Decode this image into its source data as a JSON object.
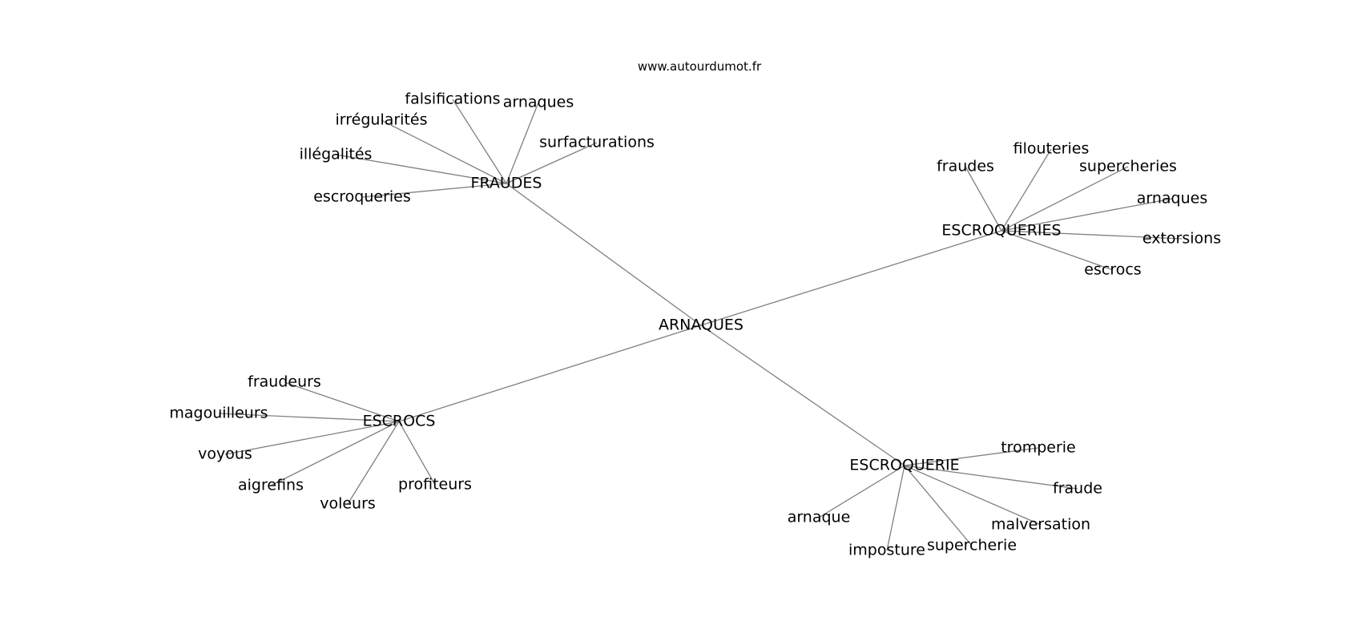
{
  "site": "www.autourdumot.fr",
  "root": "ARNAQUES",
  "clusters": [
    {
      "word": "FRAUDES",
      "leaves": [
        "falsifications",
        "arnaques",
        "irrégularités",
        "surfacturations",
        "illégalités",
        "escroqueries"
      ]
    },
    {
      "word": "ESCROQUERIES",
      "leaves": [
        "fraudes",
        "filouteries",
        "supercheries",
        "arnaques",
        "extorsions",
        "escrocs"
      ]
    },
    {
      "word": "ESCROCS",
      "leaves": [
        "fraudeurs",
        "magouilleurs",
        "voyous",
        "aigrefins",
        "voleurs",
        "profiteurs"
      ]
    },
    {
      "word": "ESCROQUERIE",
      "leaves": [
        "tromperie",
        "fraude",
        "malversation",
        "supercherie",
        "imposture",
        "arnaque"
      ]
    }
  ]
}
